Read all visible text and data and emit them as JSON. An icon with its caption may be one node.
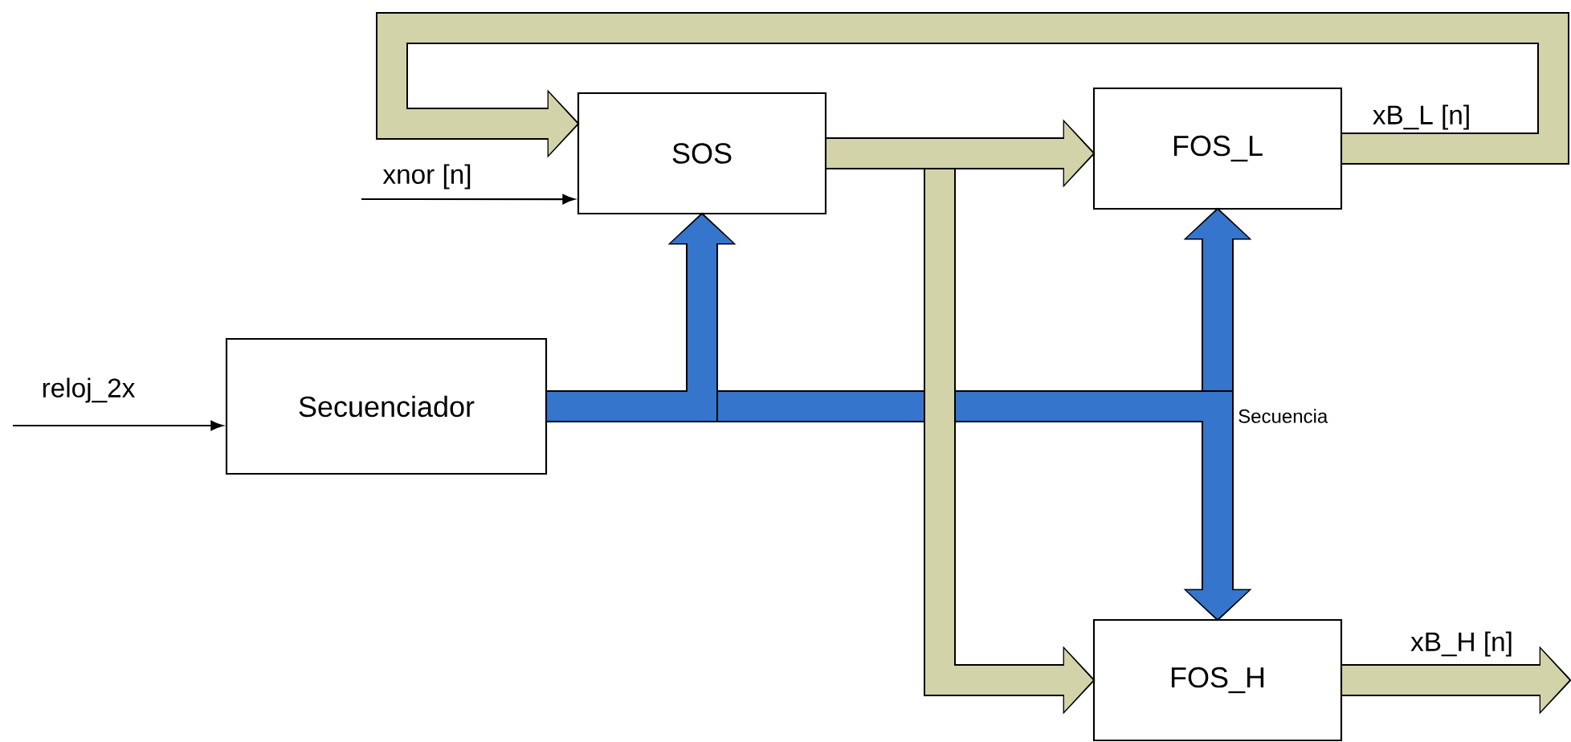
{
  "diagram": {
    "nodes": [
      {
        "text": [
          "SOS"
        ]
      },
      {
        "text": [
          "FOS_L"
        ]
      },
      {
        "text": [
          "Secuenciador"
        ]
      },
      {
        "text": [
          "FOS_H"
        ]
      }
    ],
    "edges": [
      {
        "from": null,
        "to": 0,
        "arrow": "to",
        "label": "xnor [n]",
        "color": "#000000"
      },
      {
        "from": null,
        "to": 2,
        "arrow": "to",
        "label": "reloj_2x",
        "color": "#000000"
      },
      {
        "from": 0,
        "to": 1,
        "arrow": "to"
      },
      {
        "from": 0,
        "to": 3,
        "arrow": "to"
      },
      {
        "from": 1,
        "to": 0,
        "arrow": "to",
        "label": "xB_L [n]"
      },
      {
        "from": 3,
        "to": null,
        "arrow": "to",
        "label": "xB_H [n]"
      },
      {
        "from": 2,
        "to": 0,
        "arrow": "to",
        "color": "#3575cc"
      },
      {
        "from": 2,
        "to": 1,
        "arrow": "to",
        "color": "#3575cc"
      },
      {
        "from": 2,
        "to": 3,
        "arrow": "to",
        "color": "#3575cc",
        "label": "Secuencia"
      }
    ]
  }
}
